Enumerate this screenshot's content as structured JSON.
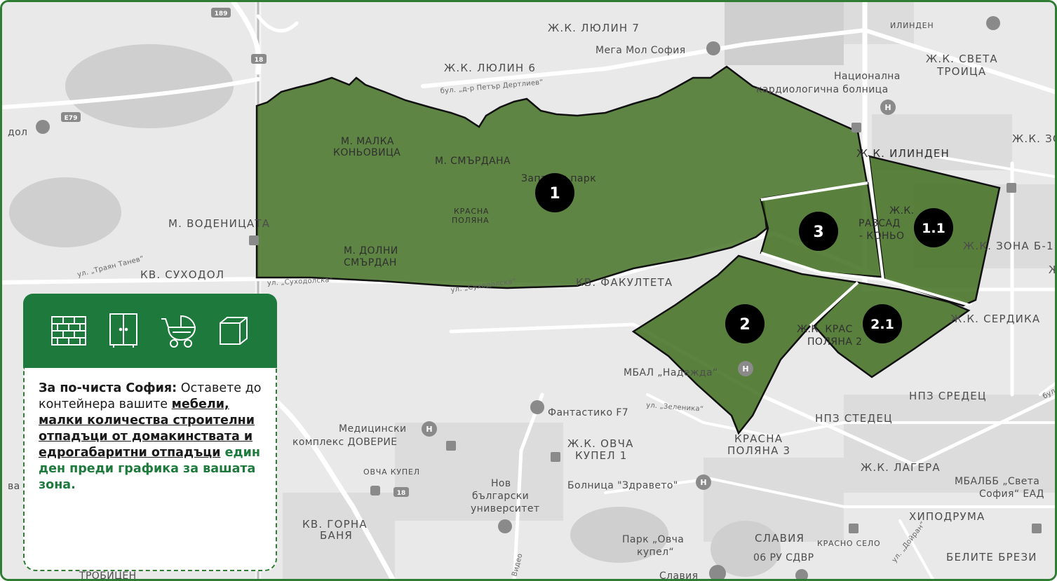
{
  "map": {
    "districts": {
      "lyulin7": "Ж.К. ЛЮЛИН 7",
      "lyulin6": "Ж.К. ЛЮЛИН 6",
      "ilinden_top": "ИЛИНДЕН",
      "sveta_troitsa_1": "Ж.К. СВЕТА",
      "sveta_troitsa_2": "ТРОИЦА",
      "zo": "Ж.К. ЗО",
      "ilinden": "Ж.К. ИЛИНДЕН",
      "malka_konyovitsa_1": "М. МАЛКА",
      "malka_konyovitsa_2": "КОНЬОВИЦА",
      "smardana": "М. СМЪРДАНА",
      "krasna_polyana_small_1": "КРАСНА",
      "krasna_polyana_small_2": "ПОЛЯНА",
      "vodenitsata": "М. ВОДЕНИЦАТА",
      "dolni_smardan_1": "М. ДОЛНИ",
      "dolni_smardan_2": "СМЪРДАН",
      "suhodol": "КВ. СУХОДОЛ",
      "fakulteta": "КВ. ФАКУЛТЕТА",
      "rasvadnik_1": "Ж.К.",
      "rasvadnik_2": "РАЗСАД",
      "rasvadnik_3": "- КОНЬО",
      "zona_b": "Ж.К. ЗОНА Б-1",
      "zh_edge": "Ж",
      "serdika": "Ж.К. СЕРДИКА",
      "krasna_polyana2_1": "Ж.К. КРАС",
      "krasna_polyana2_2": "ПОЛЯНА 2",
      "npz_sredets": "НПЗ СРЕДЕЦ",
      "npz_stedets": "НПЗ СТЕДЕЦ",
      "ovcha_kupel_1": "Ж.К. ОВЧА",
      "ovcha_kupel_2": "КУПЕЛ 1",
      "krasna_polyana3_1": "КРАСНА",
      "krasna_polyana3_2": "ПОЛЯНА 3",
      "lagera": "Ж.К. ЛАГЕРА",
      "ovcha_kupel_small": "ОВЧА КУПЕЛ",
      "hipodruma": "ХИПОДРУМА",
      "gorna_banya_1": "КВ. ГОРНА",
      "gorna_banya_2": "БАНЯ",
      "slavia": "СЛАВИЯ",
      "krasno_selo": "КРАСНО СЕЛО",
      "belite_brezi": "БЕЛИТЕ БРЕЗИ",
      "troshchen": "ТРОБИЦЕН"
    },
    "places": {
      "mega_mall": "Мега Мол София",
      "cardio_1": "Национална",
      "cardio_2": "кардиологична болница",
      "western_park": "Западен парк",
      "mbal_nadezhda": "МБАЛ „Надежда“",
      "fantastiko": "Фантастико F7",
      "doverie_1": "Медицински",
      "doverie_2": "комплекс ДОВЕРИЕ",
      "nbu_1": "Нов",
      "nbu_2": "български",
      "nbu_3": "университет",
      "zdraveto": "Болница \"Здравето\"",
      "mbalbb_1": "МБАЛББ „Света",
      "mbalbb_2": "София“ ЕАД",
      "park_ovcha_1": "Парк „Овча",
      "park_ovcha_2": "купел“",
      "ru_sdvr": "06 РУ СДВР",
      "slavia_place": "Славия",
      "left_edge_1": "дол",
      "left_edge_2": "ва"
    },
    "streets": {
      "dertliev": "бул. „д-р Петър Дертлиев“",
      "trayan_tanev": "ул. „Траян Танев“",
      "suhodolska_1": "ул. „Суходолска“",
      "suhodolska_2": "ул. „Суходолска“",
      "zelenika": "ул. „Зеленика“",
      "boul_right": "бул",
      "doyran": "ул. „Дойран“",
      "vid": "Видео"
    },
    "highways": {
      "h189": "189",
      "h18a": "18",
      "e79": "E79",
      "h18b": "18"
    },
    "zones": [
      {
        "id": "1",
        "label": "1",
        "color": "#3f6f1e"
      },
      {
        "id": "1.1",
        "label": "1.1",
        "color": "#3f6f1e"
      },
      {
        "id": "2",
        "label": "2",
        "color": "#3f6f1e"
      },
      {
        "id": "2.1",
        "label": "2.1",
        "color": "#3f6f1e"
      },
      {
        "id": "3",
        "label": "3",
        "color": "#3f6f1e"
      }
    ]
  },
  "info_card": {
    "header_icons": [
      "brick-wall-icon",
      "wardrobe-icon",
      "baby-stroller-icon",
      "box-icon"
    ],
    "title": "За по-чиста София:",
    "text_intro": " Оставете до контейнера вашите ",
    "text_furniture": "мебели, ",
    "text_small_amounts": "малки количества строителни отпадъци от домакинствата и едрогабаритни отпадъци",
    "text_when": " един ден преди графика за вашата зона.",
    "accent_color": "#1e7a3c"
  }
}
